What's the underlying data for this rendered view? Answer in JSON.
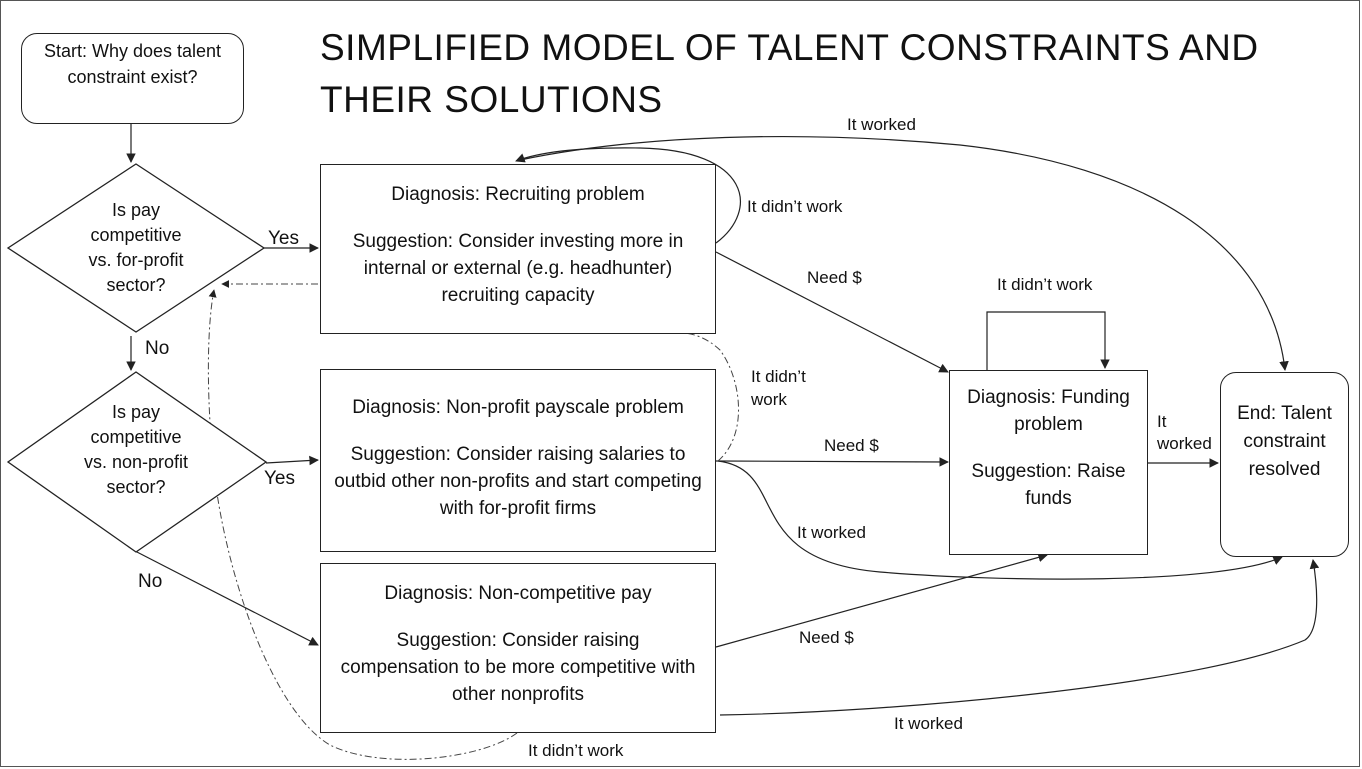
{
  "title": "SIMPLIFIED MODEL OF TALENT CONSTRAINTS AND THEIR SOLUTIONS",
  "start": "Start: Why does talent constraint exist?",
  "decisions": {
    "pay_vs_for_profit": "Is pay competitive vs. for-profit sector?",
    "pay_vs_non_profit": "Is pay competitive vs. non-profit sector?"
  },
  "boxes": {
    "recruiting": {
      "diagnosis": "Diagnosis: Recruiting problem",
      "suggestion": "Suggestion: Consider investing more in internal or external (e.g. headhunter) recruiting capacity"
    },
    "payscale": {
      "diagnosis": "Diagnosis: Non-profit payscale problem",
      "suggestion": "Suggestion: Consider raising salaries to outbid other non-profits and start competing with for-profit firms"
    },
    "noncompetitive": {
      "diagnosis": "Diagnosis: Non-competitive pay",
      "suggestion": "Suggestion: Consider raising compensation to be more competitive with other nonprofits"
    },
    "funding": {
      "diagnosis": "Diagnosis: Funding problem",
      "suggestion": "Suggestion: Raise funds"
    }
  },
  "end": "End: Talent constraint resolved",
  "edge_labels": {
    "yes": "Yes",
    "no": "No",
    "it_worked": "It worked",
    "it_didnt_work": "It didn’t work",
    "need_money": "Need $",
    "it": "It",
    "worked": "worked",
    "it_didnt": "It didn’t",
    "work": "work"
  }
}
